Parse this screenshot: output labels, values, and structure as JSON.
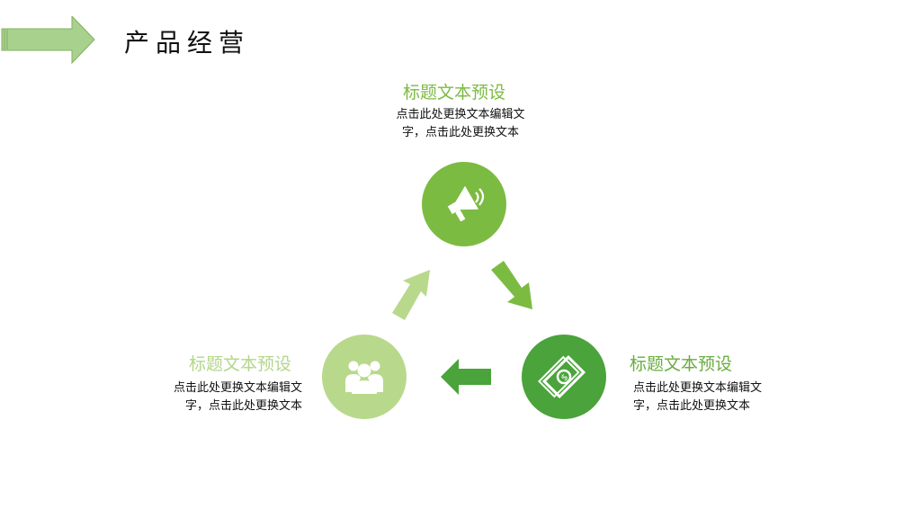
{
  "page": {
    "title": "产品经营"
  },
  "nodes": [
    {
      "id": "top",
      "title": "标题文本预设",
      "body": "点击此处更换文本编辑文字，点击此处更换文本",
      "icon": "megaphone-icon"
    },
    {
      "id": "right",
      "title": "标题文本预设",
      "body": "点击此处更换文本编辑文字，点击此处更换文本",
      "icon": "money-icon"
    },
    {
      "id": "left",
      "title": "标题文本预设",
      "body": "点击此处更换文本编辑文字，点击此处更换文本",
      "icon": "users-icon"
    }
  ],
  "colors": {
    "light_green": "#b8d98c",
    "mid_green": "#7cbb42",
    "dark_green": "#4aa33b",
    "header_arrow": "#a9d18e"
  }
}
